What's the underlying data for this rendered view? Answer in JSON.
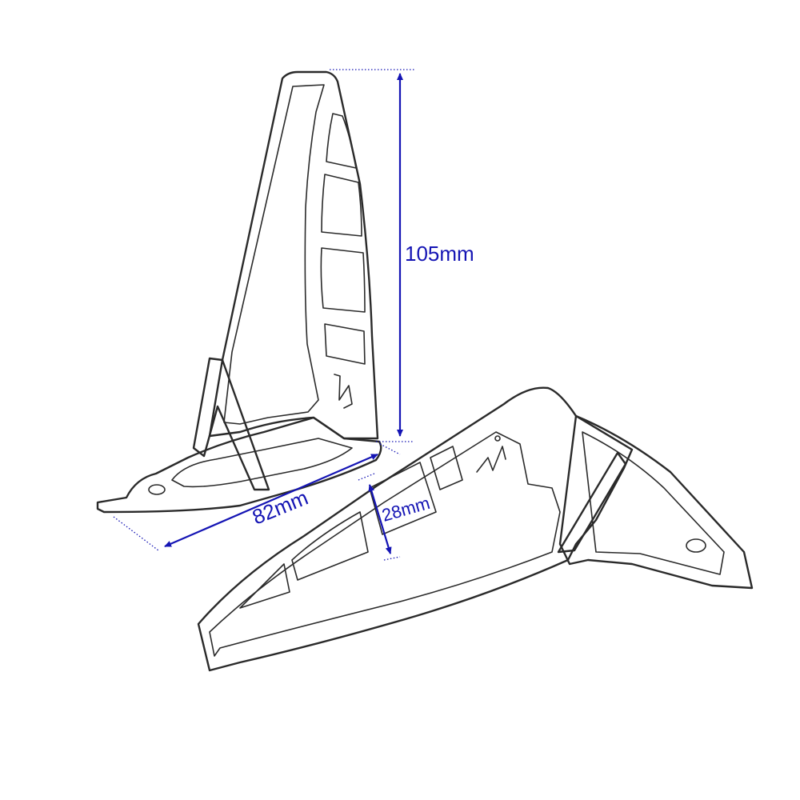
{
  "dimensions": {
    "height": "105mm",
    "length": "82mm",
    "width": "28mm"
  },
  "colors": {
    "dimension": "#1414b4",
    "part_outline": "#2a2a2a",
    "background": "#ffffff"
  }
}
